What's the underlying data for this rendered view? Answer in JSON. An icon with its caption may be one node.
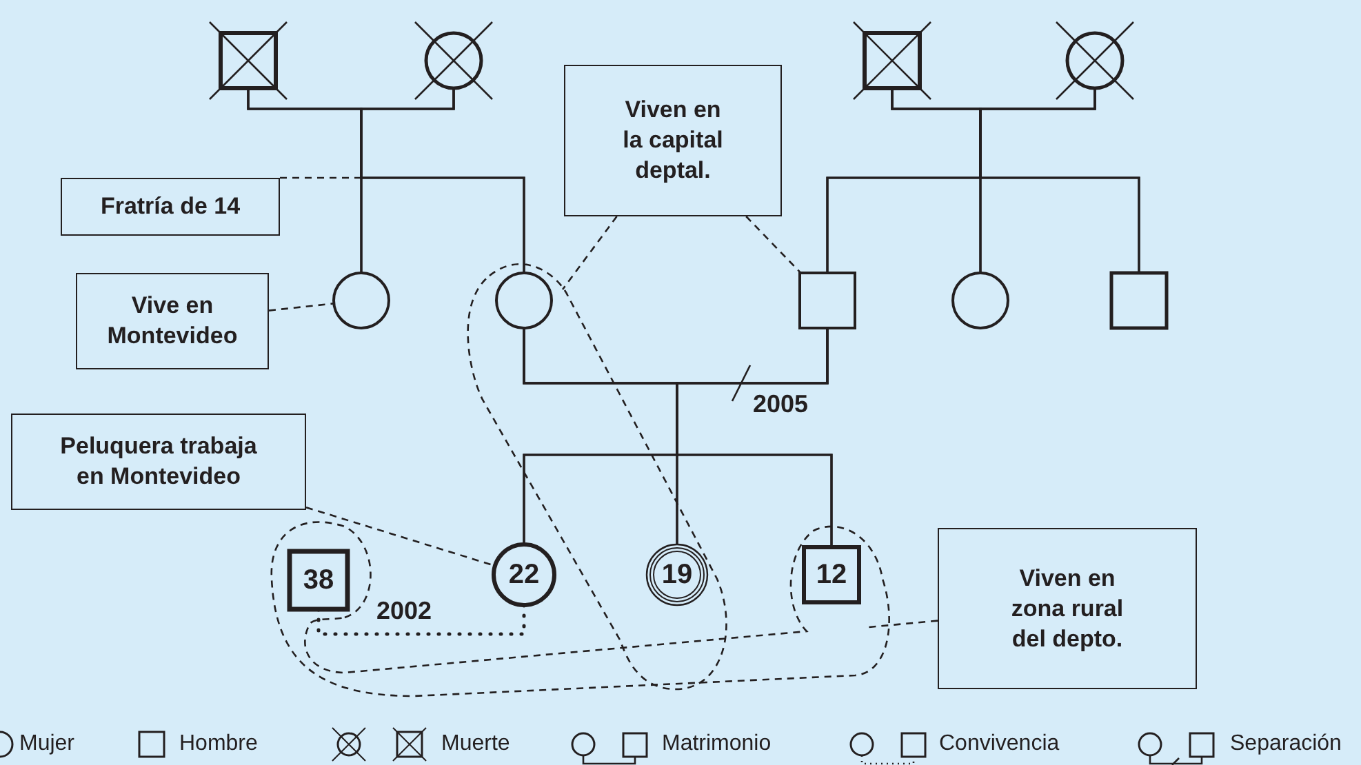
{
  "diagram": {
    "nodes": [
      {
        "text": [],
        "shape": "box"
      },
      {
        "text": [],
        "shape": "circle"
      },
      {
        "text": [],
        "shape": "box"
      },
      {
        "text": [],
        "shape": "circle"
      },
      {
        "text": [
          "Viven en la capital deptal."
        ]
      },
      {
        "text": [
          "Fratría de 14"
        ]
      },
      {
        "text": [
          "Vive en Montevideo"
        ]
      },
      {
        "text": [],
        "shape": "circle"
      },
      {
        "text": [],
        "shape": "circle",
        "in": 18
      },
      {
        "text": [],
        "shape": "box"
      },
      {
        "text": [],
        "shape": "circle"
      },
      {
        "text": [],
        "shape": "box"
      },
      {
        "text": [
          "Peluquera trabaja en Montevideo"
        ]
      },
      {
        "text": [
          "38"
        ],
        "in": 19
      },
      {
        "text": [
          "22"
        ]
      },
      {
        "text": [
          "19"
        ],
        "in": 18
      },
      {
        "text": [
          "12"
        ],
        "in": 19
      },
      {
        "text": [
          "Viven en zona rural del depto."
        ]
      },
      {
        "text": [],
        "shape": "loop"
      },
      {
        "text": [],
        "shape": "loop"
      }
    ],
    "edges": [
      {
        "from": 0,
        "to": 1,
        "arrow": "none"
      },
      {
        "from": 0,
        "to": 7,
        "arrow": "none"
      },
      {
        "from": 0,
        "to": 8,
        "arrow": "none"
      },
      {
        "from": 1,
        "to": 7,
        "arrow": "none"
      },
      {
        "from": 1,
        "to": 8,
        "arrow": "none"
      },
      {
        "from": 2,
        "to": 3,
        "arrow": "none"
      },
      {
        "from": 2,
        "to": 9,
        "arrow": "none"
      },
      {
        "from": 2,
        "to": 10,
        "arrow": "none"
      },
      {
        "from": 2,
        "to": 11,
        "arrow": "none"
      },
      {
        "from": 3,
        "to": 9,
        "arrow": "none"
      },
      {
        "from": 3,
        "to": 10,
        "arrow": "none"
      },
      {
        "from": 3,
        "to": 11,
        "arrow": "none"
      },
      {
        "from": 8,
        "to": 9,
        "arrow": "none",
        "label": "2005"
      },
      {
        "from": 8,
        "to": 14,
        "arrow": "none"
      },
      {
        "from": 8,
        "to": 15,
        "arrow": "none"
      },
      {
        "from": 8,
        "to": 16,
        "arrow": "none"
      },
      {
        "from": 9,
        "to": 14,
        "arrow": "none"
      },
      {
        "from": 9,
        "to": 15,
        "arrow": "none"
      },
      {
        "from": 9,
        "to": 16,
        "arrow": "none"
      },
      {
        "from": 13,
        "to": 14,
        "arrow": "none",
        "label": "2002",
        "style": "dashed"
      },
      {
        "from": 5,
        "to": null,
        "arrow": "none",
        "style": "dashed"
      },
      {
        "from": 6,
        "to": 7,
        "arrow": "none",
        "style": "dashed"
      },
      {
        "from": 4,
        "to": 18,
        "arrow": "none",
        "style": "dashed"
      },
      {
        "from": 4,
        "to": 9,
        "arrow": "none",
        "style": "dashed"
      },
      {
        "from": 12,
        "to": 14,
        "arrow": "none",
        "style": "dashed"
      },
      {
        "from": 17,
        "to": 19,
        "arrow": "none",
        "style": "dashed"
      }
    ],
    "legend": [
      {
        "text": "Mujer"
      },
      {
        "text": "Hombre"
      },
      {
        "text": "Muerte"
      },
      {
        "text": "Matrimonio"
      },
      {
        "text": "Convivencia"
      },
      {
        "text": "Separación"
      }
    ]
  }
}
